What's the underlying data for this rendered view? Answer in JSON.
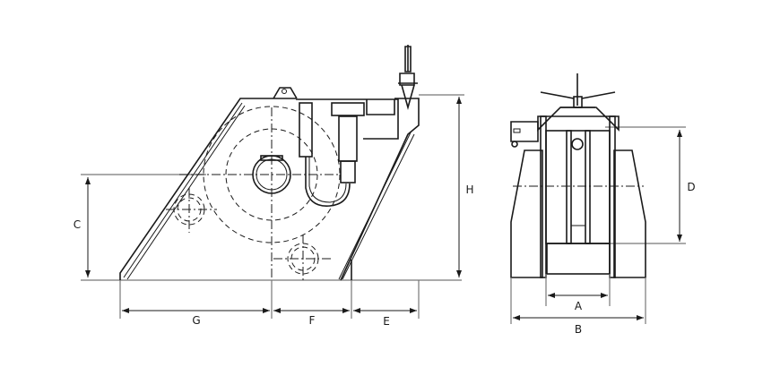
{
  "drawing": {
    "side_view": {
      "dimensions": {
        "c": "C",
        "g": "G",
        "f": "F",
        "e": "E",
        "h": "H"
      }
    },
    "front_view": {
      "dimensions": {
        "a": "A",
        "b": "B",
        "d": "D"
      }
    }
  }
}
